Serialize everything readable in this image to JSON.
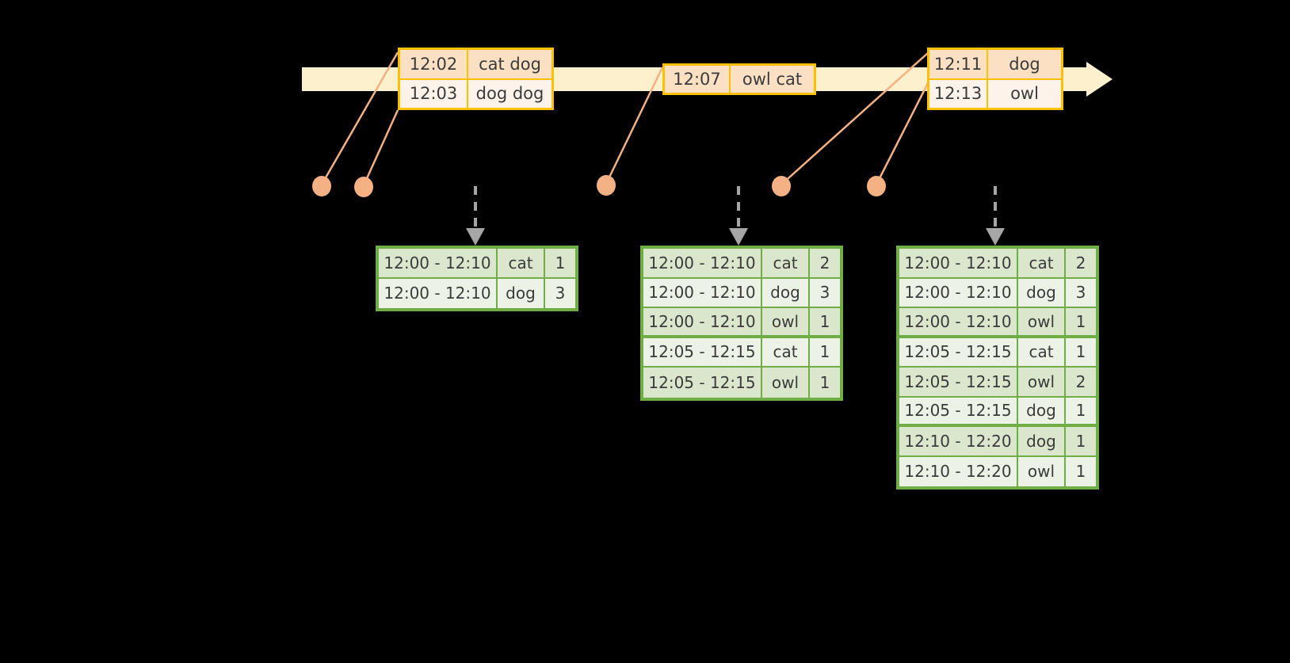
{
  "diagram": {
    "background_color": "#000000",
    "timeline": {
      "name": "event-timeline",
      "bar_color": "#fdf0cd",
      "arrow_color": "#fdf0cd"
    },
    "colors": {
      "event_border": "#ffc000",
      "event_fill_dark": "#fce0c4",
      "event_fill_light": "#fdf3ea",
      "table_border": "#6fae46",
      "table_fill_dark": "#dbe7cd",
      "table_fill_light": "#edf2e7",
      "connector": "#f4b183",
      "arrow_gray": "#a6a6a6"
    },
    "event_groups": [
      {
        "name": "event-group-1",
        "rows": [
          {
            "time": "12:02",
            "words": "cat dog"
          },
          {
            "time": "12:03",
            "words": "dog dog"
          }
        ]
      },
      {
        "name": "event-group-2",
        "rows": [
          {
            "time": "12:07",
            "words": "owl cat"
          }
        ]
      },
      {
        "name": "event-group-3",
        "rows": [
          {
            "time": "12:11",
            "words": "dog"
          },
          {
            "time": "12:13",
            "words": "owl"
          }
        ]
      }
    ],
    "result_tables": [
      {
        "name": "result-table-1",
        "rows": [
          {
            "window": "12:00 - 12:10",
            "word": "cat",
            "count": "1"
          },
          {
            "window": "12:00 - 12:10",
            "word": "dog",
            "count": "3"
          }
        ]
      },
      {
        "name": "result-table-2",
        "rows": [
          {
            "window": "12:00 - 12:10",
            "word": "cat",
            "count": "2"
          },
          {
            "window": "12:00 - 12:10",
            "word": "dog",
            "count": "3"
          },
          {
            "window": "12:00 - 12:10",
            "word": "owl",
            "count": "1"
          },
          {
            "window": "12:05 - 12:15",
            "word": "cat",
            "count": "1"
          },
          {
            "window": "12:05 - 12:15",
            "word": "owl",
            "count": "1"
          }
        ]
      },
      {
        "name": "result-table-3",
        "rows": [
          {
            "window": "12:00 - 12:10",
            "word": "cat",
            "count": "2"
          },
          {
            "window": "12:00 - 12:10",
            "word": "dog",
            "count": "3"
          },
          {
            "window": "12:00 - 12:10",
            "word": "owl",
            "count": "1"
          },
          {
            "window": "12:05 - 12:15",
            "word": "cat",
            "count": "1"
          },
          {
            "window": "12:05 - 12:15",
            "word": "owl",
            "count": "2"
          },
          {
            "window": "12:05 - 12:15",
            "word": "dog",
            "count": "1"
          },
          {
            "window": "12:10 - 12:20",
            "word": "dog",
            "count": "1"
          },
          {
            "window": "12:10 - 12:20",
            "word": "owl",
            "count": "1"
          }
        ]
      }
    ]
  }
}
